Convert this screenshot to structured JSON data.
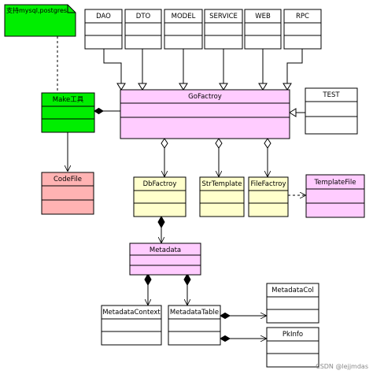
{
  "note": {
    "text": "支持mysql,postgres",
    "color": "#00ee00"
  },
  "classes": {
    "dao": "DAO",
    "dto": "DTO",
    "model": "MODEL",
    "service": "SERVICE",
    "web": "WEB",
    "rpc": "RPC",
    "make": "Make工具",
    "gofactory": "GoFactroy",
    "test": "TEST",
    "codefile": "CodeFile",
    "dbfactory": "DbFactroy",
    "strtemplate": "StrTemplate",
    "filefactory": "FileFactroy",
    "templatefile": "TemplateFile",
    "metadata": "Metadata",
    "metadatacontext": "MetadataContext",
    "metadatatable": "MetadataTable",
    "metadatacol": "MetadataCol",
    "pkinfo": "PkInfo"
  },
  "colors": {
    "green": "#00ee00",
    "pink": "#ffccff",
    "salmon": "#ffb3b3",
    "yellow": "#ffffcc",
    "white": "#ffffff"
  },
  "watermark": "CSDN @lejjmdas"
}
